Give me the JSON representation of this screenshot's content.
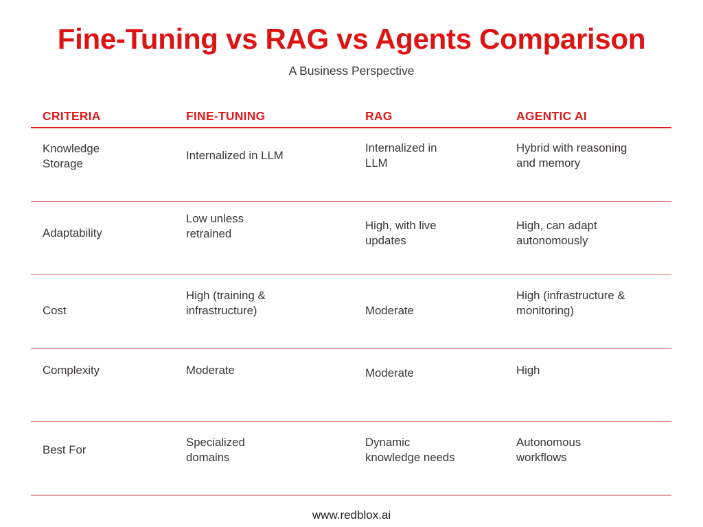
{
  "header": {
    "title": "Fine-Tuning vs RAG vs Agents Comparison",
    "subtitle": "A Business Perspective"
  },
  "table": {
    "columns": [
      {
        "key": "criteria",
        "label": "CRITERIA"
      },
      {
        "key": "fine_tuning",
        "label": "FINE-TUNING"
      },
      {
        "key": "rag",
        "label": "RAG"
      },
      {
        "key": "agentic_ai",
        "label": "AGENTIC AI"
      }
    ],
    "rows": [
      {
        "criteria": [
          "Knowledge",
          "Storage"
        ],
        "fine_tuning": [
          "Internalized in LLM"
        ],
        "rag": [
          "Internalized in",
          "LLM"
        ],
        "agentic_ai": [
          "Hybrid with reasoning",
          "and memory"
        ]
      },
      {
        "criteria": [
          "Adaptability"
        ],
        "fine_tuning": [
          "Low unless",
          "retrained"
        ],
        "rag": [
          "High, with live",
          "updates"
        ],
        "agentic_ai": [
          "High, can adapt",
          "autonomously"
        ]
      },
      {
        "criteria": [
          "Cost"
        ],
        "fine_tuning": [
          "High (training &",
          "infrastructure)"
        ],
        "rag": [
          "Moderate"
        ],
        "agentic_ai": [
          "High (infrastructure &",
          "monitoring)"
        ]
      },
      {
        "criteria": [
          "Complexity"
        ],
        "fine_tuning": [
          "Moderate"
        ],
        "rag": [
          "Moderate"
        ],
        "agentic_ai": [
          "High"
        ]
      },
      {
        "criteria": [
          "Best For"
        ],
        "fine_tuning": [
          "Specialized",
          "domains"
        ],
        "rag": [
          "Dynamic",
          "knowledge needs"
        ],
        "agentic_ai": [
          "Autonomous",
          "workflows"
        ]
      }
    ]
  },
  "footer": {
    "website": "www.redblox.ai"
  },
  "colors": {
    "title_red": "#dd1414",
    "header_red": "#e01b1b",
    "rule_light_red": "#d4686b",
    "rule_dark_red": "#a81616",
    "body_text": "#3a3436",
    "background": "#ffffff"
  }
}
